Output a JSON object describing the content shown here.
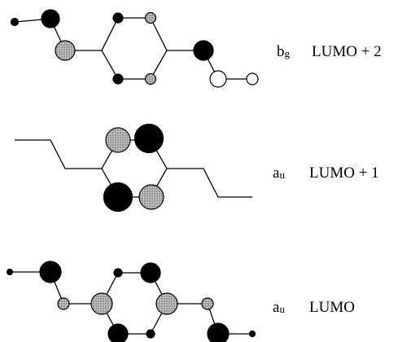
{
  "colors": {
    "filled_lobe": "#000000",
    "shaded_lobe": "#a8a8a8",
    "open_lobe": "#ffffff",
    "bond": "#000000"
  },
  "orbitals": [
    {
      "symmetry": "b",
      "symmetry_subscript": "g",
      "label": "LUMO + 2"
    },
    {
      "symmetry": "a",
      "symmetry_subscript": "u",
      "label": "LUMO + 1"
    },
    {
      "symmetry": "a",
      "symmetry_subscript": "u",
      "label": "LUMO"
    }
  ]
}
